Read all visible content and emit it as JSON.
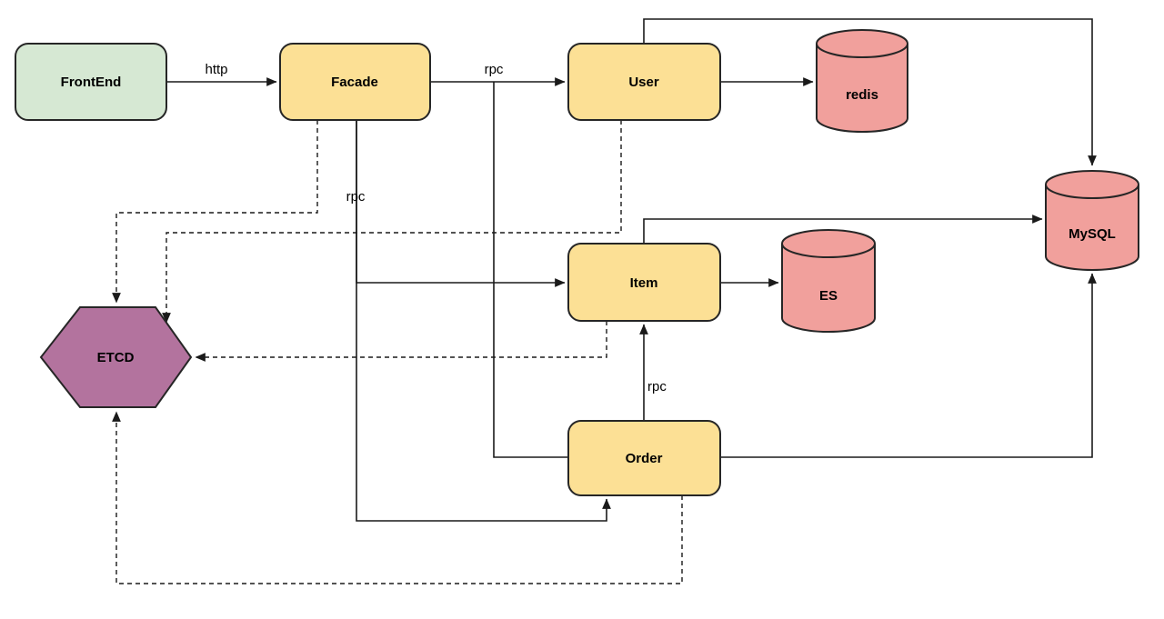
{
  "diagram": {
    "type": "microservice-architecture-diagram",
    "background": "#ffffff",
    "edge_color": "#1a1a1a",
    "shape_border_color": "#262626",
    "nodes": {
      "frontend": {
        "label": "FrontEnd",
        "shape": "rounded-rectangle",
        "fill": "#d6e8d3"
      },
      "facade": {
        "label": "Facade",
        "shape": "rounded-rectangle",
        "fill": "#fce095"
      },
      "user": {
        "label": "User",
        "shape": "rounded-rectangle",
        "fill": "#fce095"
      },
      "item": {
        "label": "Item",
        "shape": "rounded-rectangle",
        "fill": "#fce095"
      },
      "order": {
        "label": "Order",
        "shape": "rounded-rectangle",
        "fill": "#fce095"
      },
      "redis": {
        "label": "redis",
        "shape": "cylinder",
        "fill": "#f1a09c"
      },
      "es": {
        "label": "ES",
        "shape": "cylinder",
        "fill": "#f1a09c"
      },
      "mysql": {
        "label": "MySQL",
        "shape": "cylinder",
        "fill": "#f1a09c"
      },
      "etcd": {
        "label": "ETCD",
        "shape": "hexagon",
        "fill": "#b3739e"
      }
    },
    "edge_labels": {
      "frontend_facade": "http",
      "facade_user": "rpc",
      "facade_item_order": "rpc",
      "order_item": "rpc"
    },
    "edges": [
      {
        "from": "FrontEnd",
        "to": "Facade",
        "label": "http",
        "style": "solid",
        "arrow": true
      },
      {
        "from": "Facade",
        "to": "User",
        "label": "rpc",
        "style": "solid",
        "arrow": true
      },
      {
        "from": "Facade",
        "to": "Item",
        "label": "rpc",
        "style": "solid",
        "arrow": true
      },
      {
        "from": "Facade",
        "to": "Order",
        "label": "rpc",
        "style": "solid",
        "arrow": true,
        "note": "enters Order bottom"
      },
      {
        "from": "Facade",
        "to": "Order",
        "label": "",
        "style": "solid",
        "arrow": false,
        "note": "enters Order left side"
      },
      {
        "from": "User",
        "to": "redis",
        "label": "",
        "style": "solid",
        "arrow": true
      },
      {
        "from": "User",
        "to": "MySQL",
        "label": "",
        "style": "solid",
        "arrow": true,
        "note": "routed over the top into MySQL top"
      },
      {
        "from": "Item",
        "to": "ES",
        "label": "",
        "style": "solid",
        "arrow": true
      },
      {
        "from": "Item",
        "to": "MySQL",
        "label": "",
        "style": "solid",
        "arrow": true,
        "note": "enters MySQL left side"
      },
      {
        "from": "Order",
        "to": "Item",
        "label": "rpc",
        "style": "solid",
        "arrow": true
      },
      {
        "from": "Order",
        "to": "MySQL",
        "label": "",
        "style": "solid",
        "arrow": true,
        "note": "enters MySQL bottom"
      },
      {
        "from": "Facade",
        "to": "ETCD",
        "label": "",
        "style": "dashed",
        "arrow": true,
        "note": "enters ETCD top"
      },
      {
        "from": "User",
        "to": "ETCD",
        "label": "",
        "style": "dashed",
        "arrow": true,
        "note": "enters ETCD upper-right slope"
      },
      {
        "from": "Item",
        "to": "ETCD",
        "label": "",
        "style": "dashed",
        "arrow": true,
        "note": "enters ETCD right vertex"
      },
      {
        "from": "Order",
        "to": "ETCD",
        "label": "",
        "style": "dashed",
        "arrow": true,
        "note": "enters ETCD bottom"
      }
    ]
  }
}
